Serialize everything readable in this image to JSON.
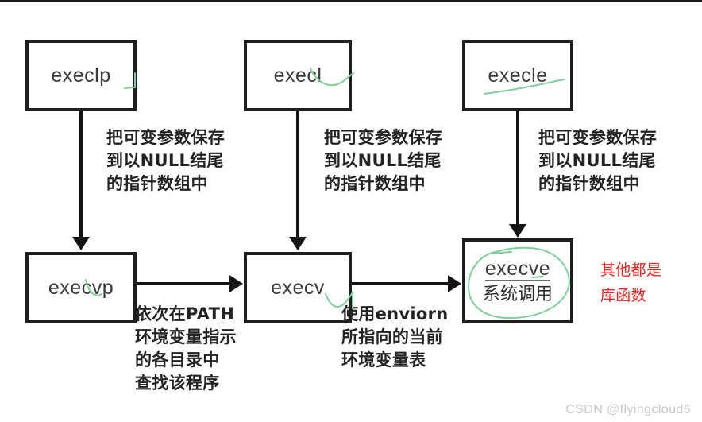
{
  "diagram": {
    "title": "exec family of functions",
    "colors": {
      "box_border": "#1e1e1e",
      "connector": "#141414",
      "annotation_text": "#232323",
      "red_note": "#f0231f",
      "pen_green": "#7fcf9b",
      "watermark": "#c9c9c9",
      "background": "#ffffff"
    },
    "nodes": [
      {
        "id": "execlp",
        "label": "execlp",
        "sub": ""
      },
      {
        "id": "execl",
        "label": "execl",
        "sub": ""
      },
      {
        "id": "execle",
        "label": "execle",
        "sub": ""
      },
      {
        "id": "execvp",
        "label": "execvp",
        "sub": ""
      },
      {
        "id": "execv",
        "label": "execv",
        "sub": ""
      },
      {
        "id": "execve",
        "label": "execve",
        "sub": "系统调用"
      }
    ],
    "annotations": [
      {
        "id": "col1-varargs",
        "text": "把可变参数保存\n到以NULL结尾\n的指针数组中"
      },
      {
        "id": "col2-varargs",
        "text": "把可变参数保存\n到以NULL结尾\n的指针数组中"
      },
      {
        "id": "col3-varargs",
        "text": "把可变参数保存\n到以NULL结尾\n的指针数组中"
      },
      {
        "id": "path-lookup",
        "text": "依次在PATH\n环境变量指示\n的各目录中\n查找该程序"
      },
      {
        "id": "environ-note",
        "text": "使用enviorn\n所指向的当前\n环境变量表"
      },
      {
        "id": "library-note",
        "text": "其他都是\n库函数"
      }
    ],
    "watermark": "CSDN @flyingcloud6"
  }
}
